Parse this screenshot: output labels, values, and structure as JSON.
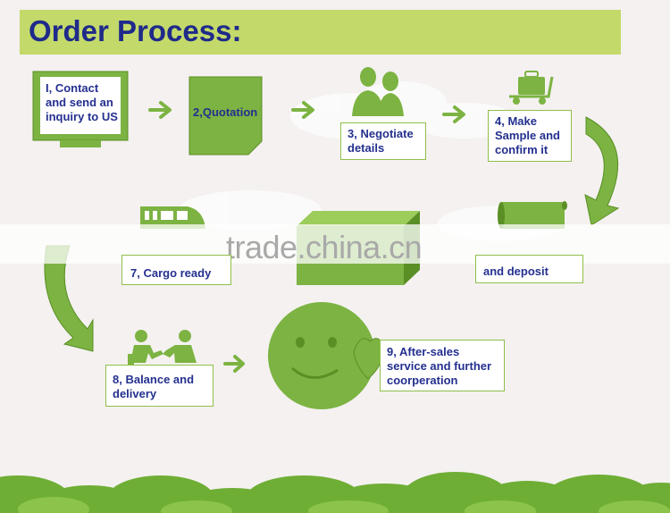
{
  "title": "Order Process:",
  "steps": {
    "step1": "I, Contact\nand send an\ninquiry to US",
    "step2": "2,Quotation",
    "step3": "3, Negotiate\ndetails",
    "step4": "4, Make\nSample and\nconfirm it",
    "step6": "and deposit",
    "step7": "7, Cargo ready",
    "step8": "8, Balance and\ndelivery",
    "step9": "9, After-sales\nservice and further\ncoorperation"
  },
  "watermark": "trade.china.cn",
  "colors": {
    "green": "#7cb342",
    "dark_green": "#5a8f25",
    "title_bar": "#c3d96a",
    "text": "#24308f"
  }
}
